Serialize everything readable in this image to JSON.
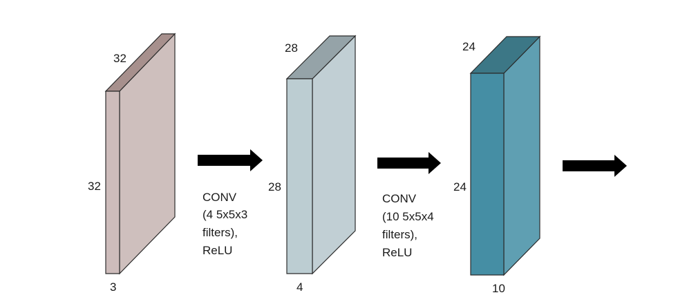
{
  "volumes": [
    {
      "height_label": "32",
      "width_label": "32",
      "depth_label": "3",
      "colors": {
        "front": "#cdbcbb",
        "side": "#cebfbd",
        "top": "#a7908d"
      }
    },
    {
      "height_label": "28",
      "width_label": "28",
      "depth_label": "4",
      "colors": {
        "front": "#bccdd2",
        "side": "#c1cfd4",
        "top": "#95a3a8"
      }
    },
    {
      "height_label": "24",
      "width_label": "24",
      "depth_label": "10",
      "colors": {
        "front": "#458ea4",
        "side": "#5f9fb2",
        "top": "#3c7786"
      }
    }
  ],
  "operations": [
    {
      "lines": [
        "CONV",
        "(4 5x5x3",
        "filters),",
        "ReLU"
      ]
    },
    {
      "lines": [
        "CONV",
        "(10 5x5x4",
        "filters),",
        "ReLU"
      ]
    }
  ],
  "arrow_color": "#000000",
  "outline_color": "#2b2b2b"
}
